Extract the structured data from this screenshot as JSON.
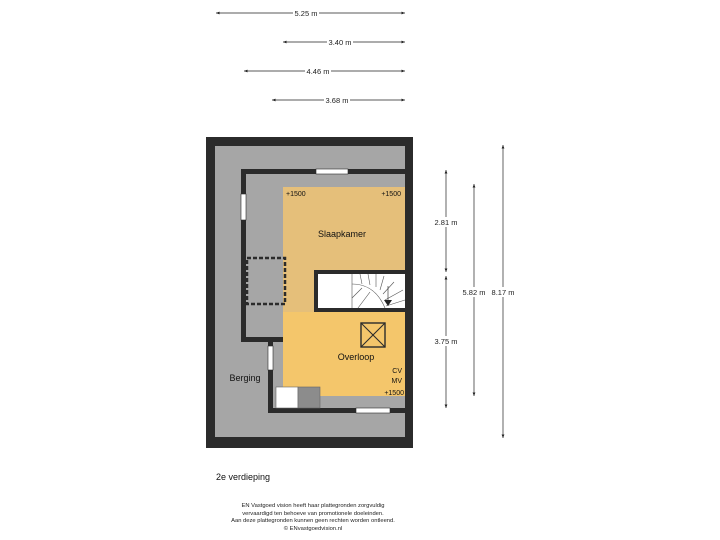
{
  "dimensions": {
    "top": [
      "5.25 m",
      "3.40 m",
      "4.46 m",
      "3.68 m"
    ],
    "right": {
      "upper_height": "2.81 m",
      "lower_height": "3.75 m",
      "mid_total": "5.82 m",
      "total": "8.17 m"
    }
  },
  "rooms": {
    "slaapkamer": {
      "name": "Slaapkamer",
      "marker_left": "+1500",
      "marker_right": "+1500"
    },
    "overloop": {
      "name": "Overloop",
      "cv": "CV",
      "mv": "MV",
      "marker": "+1500"
    },
    "berging": {
      "name": "Berging"
    }
  },
  "floor_label": "2e verdieping",
  "disclaimer": [
    "EN Vastgoed vision heeft haar plattegronden zorgvuldig",
    "vervaardigd ten behoeve van promotionele doeleinden.",
    "Aan deze plattegronden kunnen geen rechten worden ontleend.",
    "© ENvastgoedvision.nl"
  ],
  "colors": {
    "wall": "#2b2b2b",
    "berging_fill": "#a6a6a6",
    "slaapkamer_fill": "#e5bf7a",
    "overloop_fill": "#f4c66b",
    "stair_fill": "#ffffff"
  }
}
